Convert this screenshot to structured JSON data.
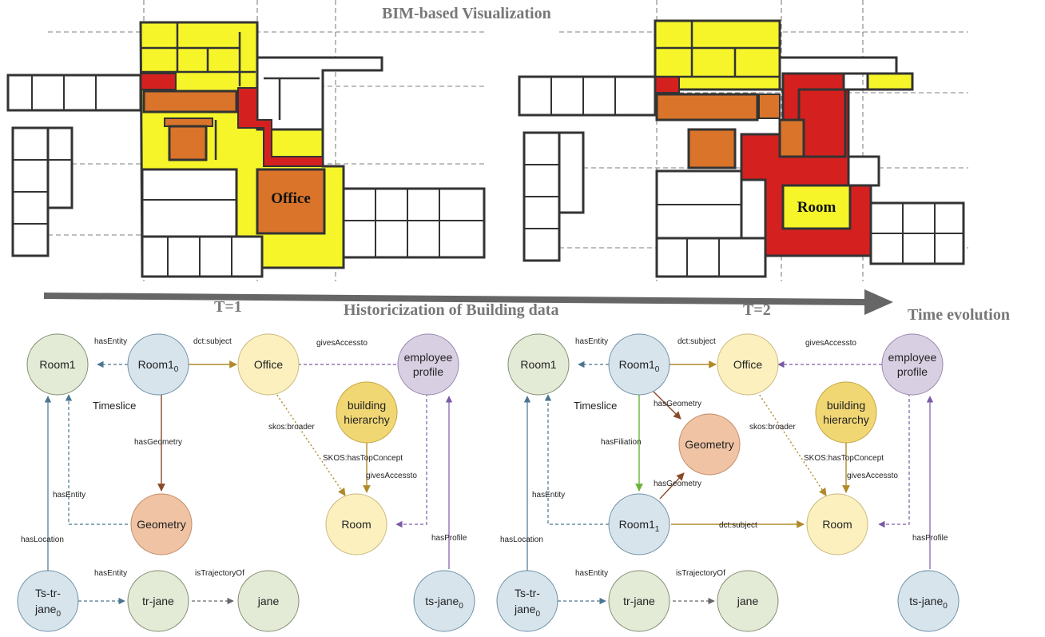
{
  "titles": {
    "bim": "BIM-based Visualization",
    "historicization": "Historicization of Building data",
    "time_evolution": "Time evolution",
    "t1": "T=1",
    "t2": "T=2"
  },
  "plans": {
    "left_label": "Office",
    "right_label": "Room"
  },
  "graph": {
    "room1": "Room1",
    "room1_0": "Room1",
    "room1_1": "Room1",
    "sub0": "0",
    "sub1": "1",
    "office": "Office",
    "employee_profile": "employee profile",
    "employee_line1": "employee",
    "employee_line2": "profile",
    "building_line1": "building",
    "building_line2": "hierarchy",
    "geometry": "Geometry",
    "room": "Room",
    "tstr_line1": "Ts-tr-",
    "tstr_line2": "jane",
    "trjane": "tr-jane",
    "jane": "jane",
    "tsjane": "ts-jane",
    "timeslice": "Timeslice",
    "edges": {
      "hasEntity": "hasEntity",
      "dctSubject": "dct:subject",
      "givesAccessto": "givesAccessto",
      "hasGeometry": "hasGeometry",
      "skosBroader": "skos:broader",
      "skosTopConcept": "SKOS:hasTopConcept",
      "hasLocation": "hasLocation",
      "isTrajectoryOf": "isTrajectoryOf",
      "hasProfile": "hasProfile",
      "hasFiliation": "hasFiliation"
    }
  },
  "colors": {
    "yellow": "#f5f52a",
    "orange": "#d9742a",
    "red": "#d4211f",
    "wall": "#333333",
    "room1_fill": "#e3ead6",
    "room1_0_fill": "#d7e4ec",
    "office_fill": "#fbf0be",
    "employee_fill": "#d9cfe3",
    "building_fill": "#f0d774",
    "geometry_fill": "#efc3a4",
    "arrow_gray": "#666666"
  }
}
